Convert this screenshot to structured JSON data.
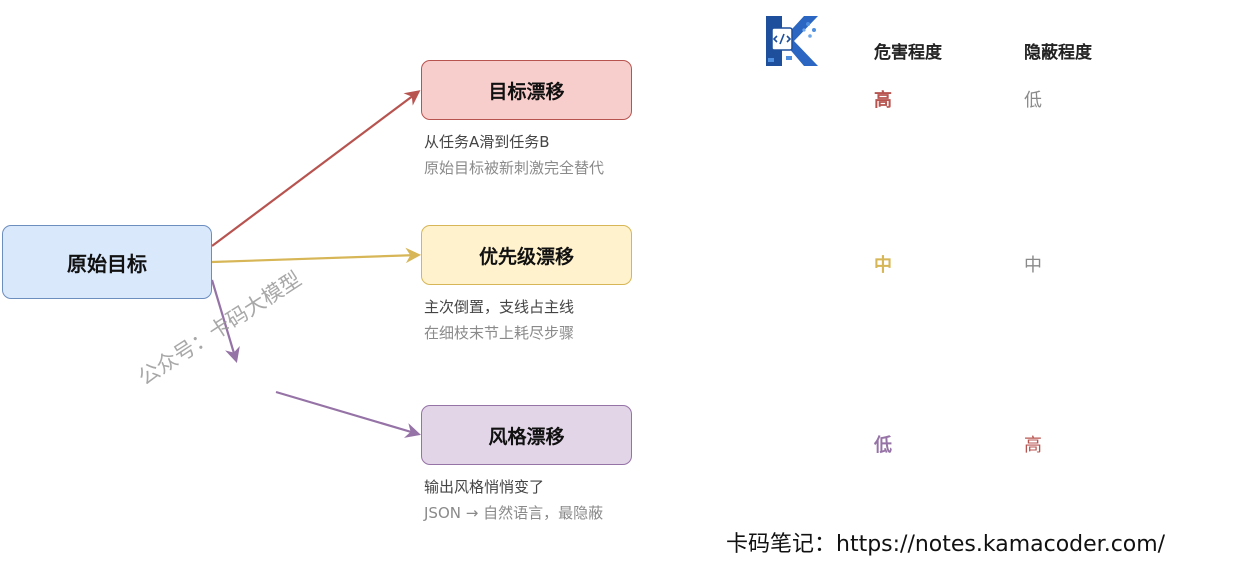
{
  "nodes": {
    "origin": "原始目标",
    "drift_goal": "目标漂移",
    "drift_priority": "优先级漂移",
    "drift_style": "风格漂移"
  },
  "descriptions": {
    "goal": {
      "line1": "从任务A滑到任务B",
      "line2": "原始目标被新刺激完全替代"
    },
    "priority": {
      "line1": "主次倒置，支线占主线",
      "line2": "在细枝末节上耗尽步骤"
    },
    "style": {
      "line1": "输出风格悄悄变了",
      "line2": "JSON → 自然语言，最隐蔽"
    }
  },
  "table": {
    "headers": {
      "harm": "危害程度",
      "hidden": "隐蔽程度"
    },
    "rows": [
      {
        "harm": "高",
        "hidden": "低"
      },
      {
        "harm": "中",
        "hidden": "中"
      },
      {
        "harm": "低",
        "hidden": "高"
      }
    ]
  },
  "colors": {
    "red": "#b85450",
    "yellow": "#d6b656",
    "purple": "#9673a6",
    "gray": "#8a8a8a",
    "origin_fill": "#dae8fc",
    "origin_stroke": "#6c8ebf",
    "goal_fill": "#f8cecc",
    "priority_fill": "#fff2cc",
    "style_fill": "#e1d5e7"
  },
  "watermark": "公众号：卡码大模型",
  "footer": "卡码笔记：https://notes.kamacoder.com/",
  "logo_icon": "kamacoder-logo-icon"
}
